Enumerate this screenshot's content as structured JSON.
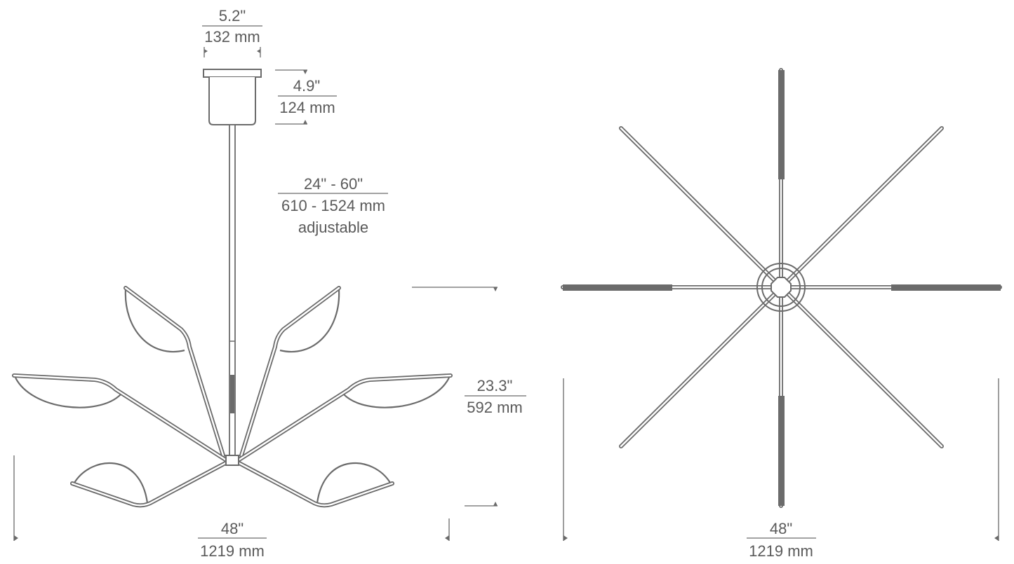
{
  "side_view": {
    "canopy_width": {
      "imperial": "5.2\"",
      "metric": "132 mm"
    },
    "canopy_height": {
      "imperial": "4.9\"",
      "metric": "124 mm"
    },
    "stem_length": {
      "imperial": "24\" - 60\"",
      "metric": "610 - 1524 mm",
      "note": "adjustable"
    },
    "fixture_height": {
      "imperial": "23.3\"",
      "metric": "592 mm"
    },
    "overall_width": {
      "imperial": "48\"",
      "metric": "1219 mm"
    }
  },
  "top_view": {
    "overall_width": {
      "imperial": "48\"",
      "metric": "1219 mm"
    }
  },
  "colors": {
    "line": "#6b6b6b",
    "text": "#5a5a5a"
  }
}
